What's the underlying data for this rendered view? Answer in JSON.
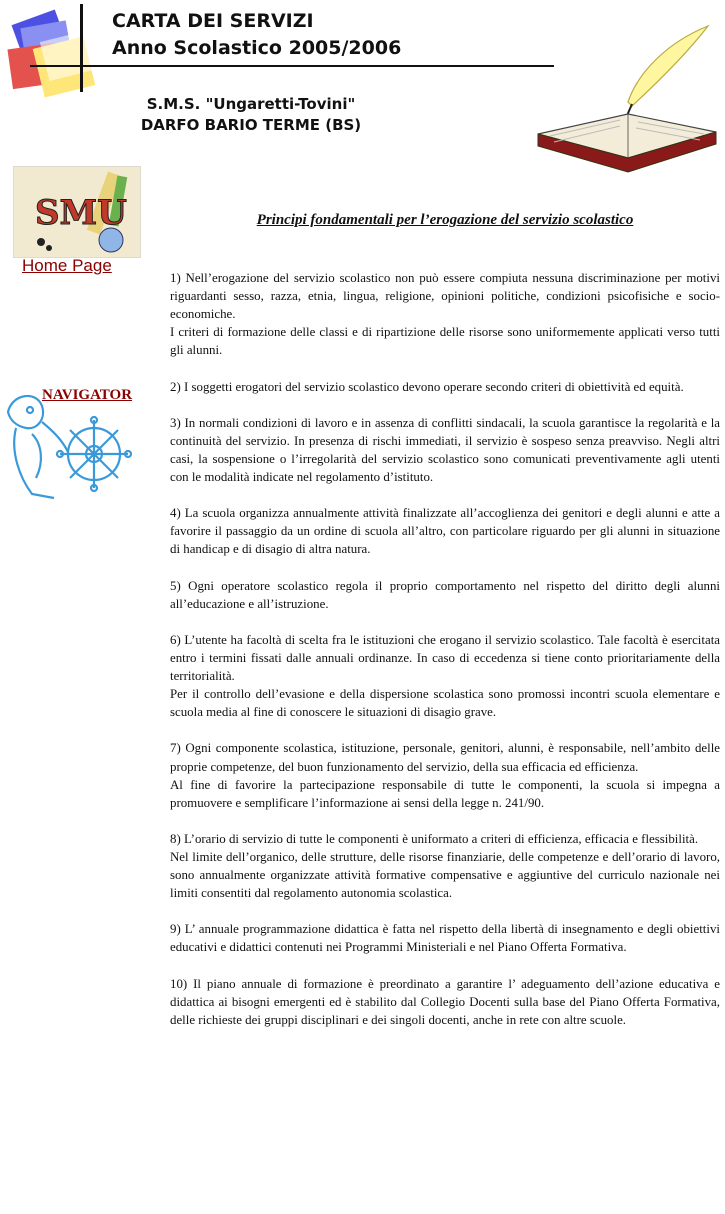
{
  "header": {
    "title_line1": "CARTA DEI SERVIZI",
    "title_line2": "Anno Scolastico 2005/2006",
    "school_name": "S.M.S. \"Ungaretti-Tovini\"",
    "school_place": "DARFO BARIO TERME (BS)"
  },
  "sidebar": {
    "logo_text": "SMU",
    "home_label": "Home Page",
    "navigator_label": "NAVIGATOR"
  },
  "colors": {
    "link": "#8b0000"
  },
  "main": {
    "heading": "Principi fondamentali per l’erogazione del servizio scolastico",
    "sections": [
      [
        "1) Nell’erogazione del servizio scolastico non può essere compiuta nessuna discriminazione per motivi riguardanti sesso, razza, etnia, lingua, religione, opinioni politiche, condizioni psicofisiche e socio-economiche.",
        "I criteri di formazione delle classi e di ripartizione delle risorse sono uniformemente applicati verso tutti gli alunni."
      ],
      [
        "2) I soggetti erogatori del servizio scolastico devono operare secondo criteri di obiettività ed equità."
      ],
      [
        "3) In normali condizioni di lavoro e in assenza di conflitti sindacali, la scuola garantisce la regolarità e la continuità del servizio. In presenza di rischi immediati, il servizio è sospeso senza preavviso. Negli altri casi, la sospensione o l’irregolarità del servizio scolastico sono comunicati preventivamente agli utenti con le modalità indicate nel regolamento d’istituto."
      ],
      [
        "4) La scuola organizza annualmente attività finalizzate all’accoglienza dei genitori e degli alunni e atte a favorire il passaggio da un ordine di scuola all’altro, con particolare riguardo per gli alunni in situazione di handicap e di disagio di altra natura."
      ],
      [
        "5) Ogni operatore scolastico regola il proprio comportamento nel rispetto del diritto degli alunni all’educazione e all’istruzione."
      ],
      [
        "6) L’utente ha facoltà di scelta fra le istituzioni che erogano il servizio scolastico. Tale facoltà è esercitata entro i termini fissati dalle annuali ordinanze. In caso di eccedenza si tiene conto prioritariamente della territorialità.",
        "Per il controllo dell’evasione e della dispersione scolastica sono promossi incontri scuola elementare e scuola media al fine di conoscere le situazioni di disagio grave."
      ],
      [
        "7) Ogni componente scolastica, istituzione, personale, genitori, alunni, è responsabile, nell’ambito delle proprie competenze, del buon funzionamento del servizio, della sua efficacia ed efficienza.",
        "Al fine di favorire la partecipazione responsabile di tutte le componenti, la scuola si impegna a promuovere e semplificare l’informazione ai sensi della legge n. 241/90."
      ],
      [
        "8) L’orario di servizio di tutte le componenti è uniformato a criteri di efficienza, efficacia e flessibilità.",
        "Nel limite dell’organico, delle strutture, delle risorse finanziarie, delle competenze e dell’orario di lavoro, sono annualmente organizzate attività formative compensative e aggiuntive del curriculo nazionale nei limiti consentiti dal regolamento autonomia scolastica."
      ],
      [
        "9) L’ annuale programmazione didattica è fatta nel rispetto della libertà di insegnamento e degli obiettivi educativi e didattici contenuti nei Programmi Ministeriali e nel Piano Offerta Formativa."
      ],
      [
        "10) Il piano annuale di formazione è preordinato a garantire l’ adeguamento dell’azione educativa e didattica ai bisogni emergenti ed è stabilito dal Collegio Docenti sulla base del Piano Offerta Formativa, delle richieste dei gruppi disciplinari e dei singoli docenti, anche in rete con altre scuole."
      ]
    ]
  }
}
